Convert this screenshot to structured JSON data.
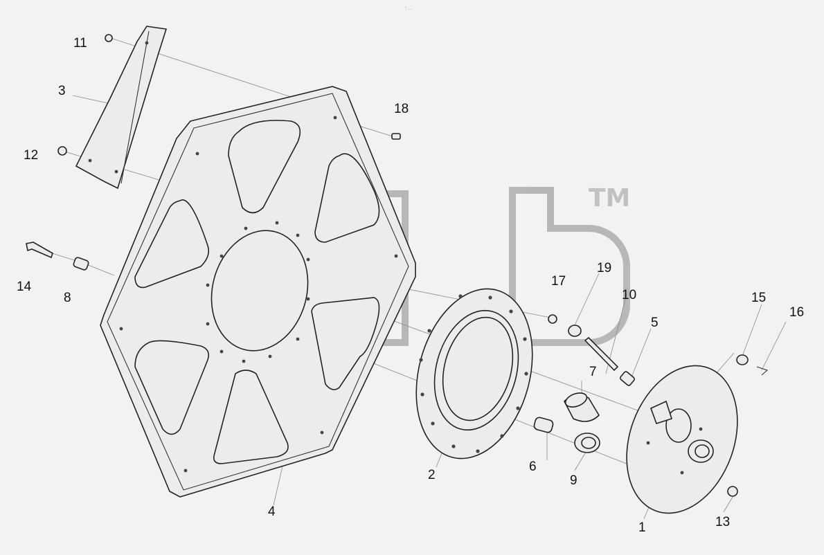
{
  "header_mark": "° …",
  "watermark": {
    "trademark": "TM"
  },
  "callouts": [
    {
      "id": "1",
      "label": "1"
    },
    {
      "id": "2",
      "label": "2"
    },
    {
      "id": "3",
      "label": "3"
    },
    {
      "id": "4",
      "label": "4"
    },
    {
      "id": "5",
      "label": "5"
    },
    {
      "id": "6",
      "label": "6"
    },
    {
      "id": "7",
      "label": "7"
    },
    {
      "id": "8",
      "label": "8"
    },
    {
      "id": "9",
      "label": "9"
    },
    {
      "id": "10",
      "label": "10"
    },
    {
      "id": "11",
      "label": "11"
    },
    {
      "id": "12",
      "label": "12"
    },
    {
      "id": "13",
      "label": "13"
    },
    {
      "id": "14",
      "label": "14"
    },
    {
      "id": "15",
      "label": "15"
    },
    {
      "id": "16",
      "label": "16"
    },
    {
      "id": "17",
      "label": "17"
    },
    {
      "id": "18",
      "label": "18"
    },
    {
      "id": "19",
      "label": "19"
    }
  ]
}
